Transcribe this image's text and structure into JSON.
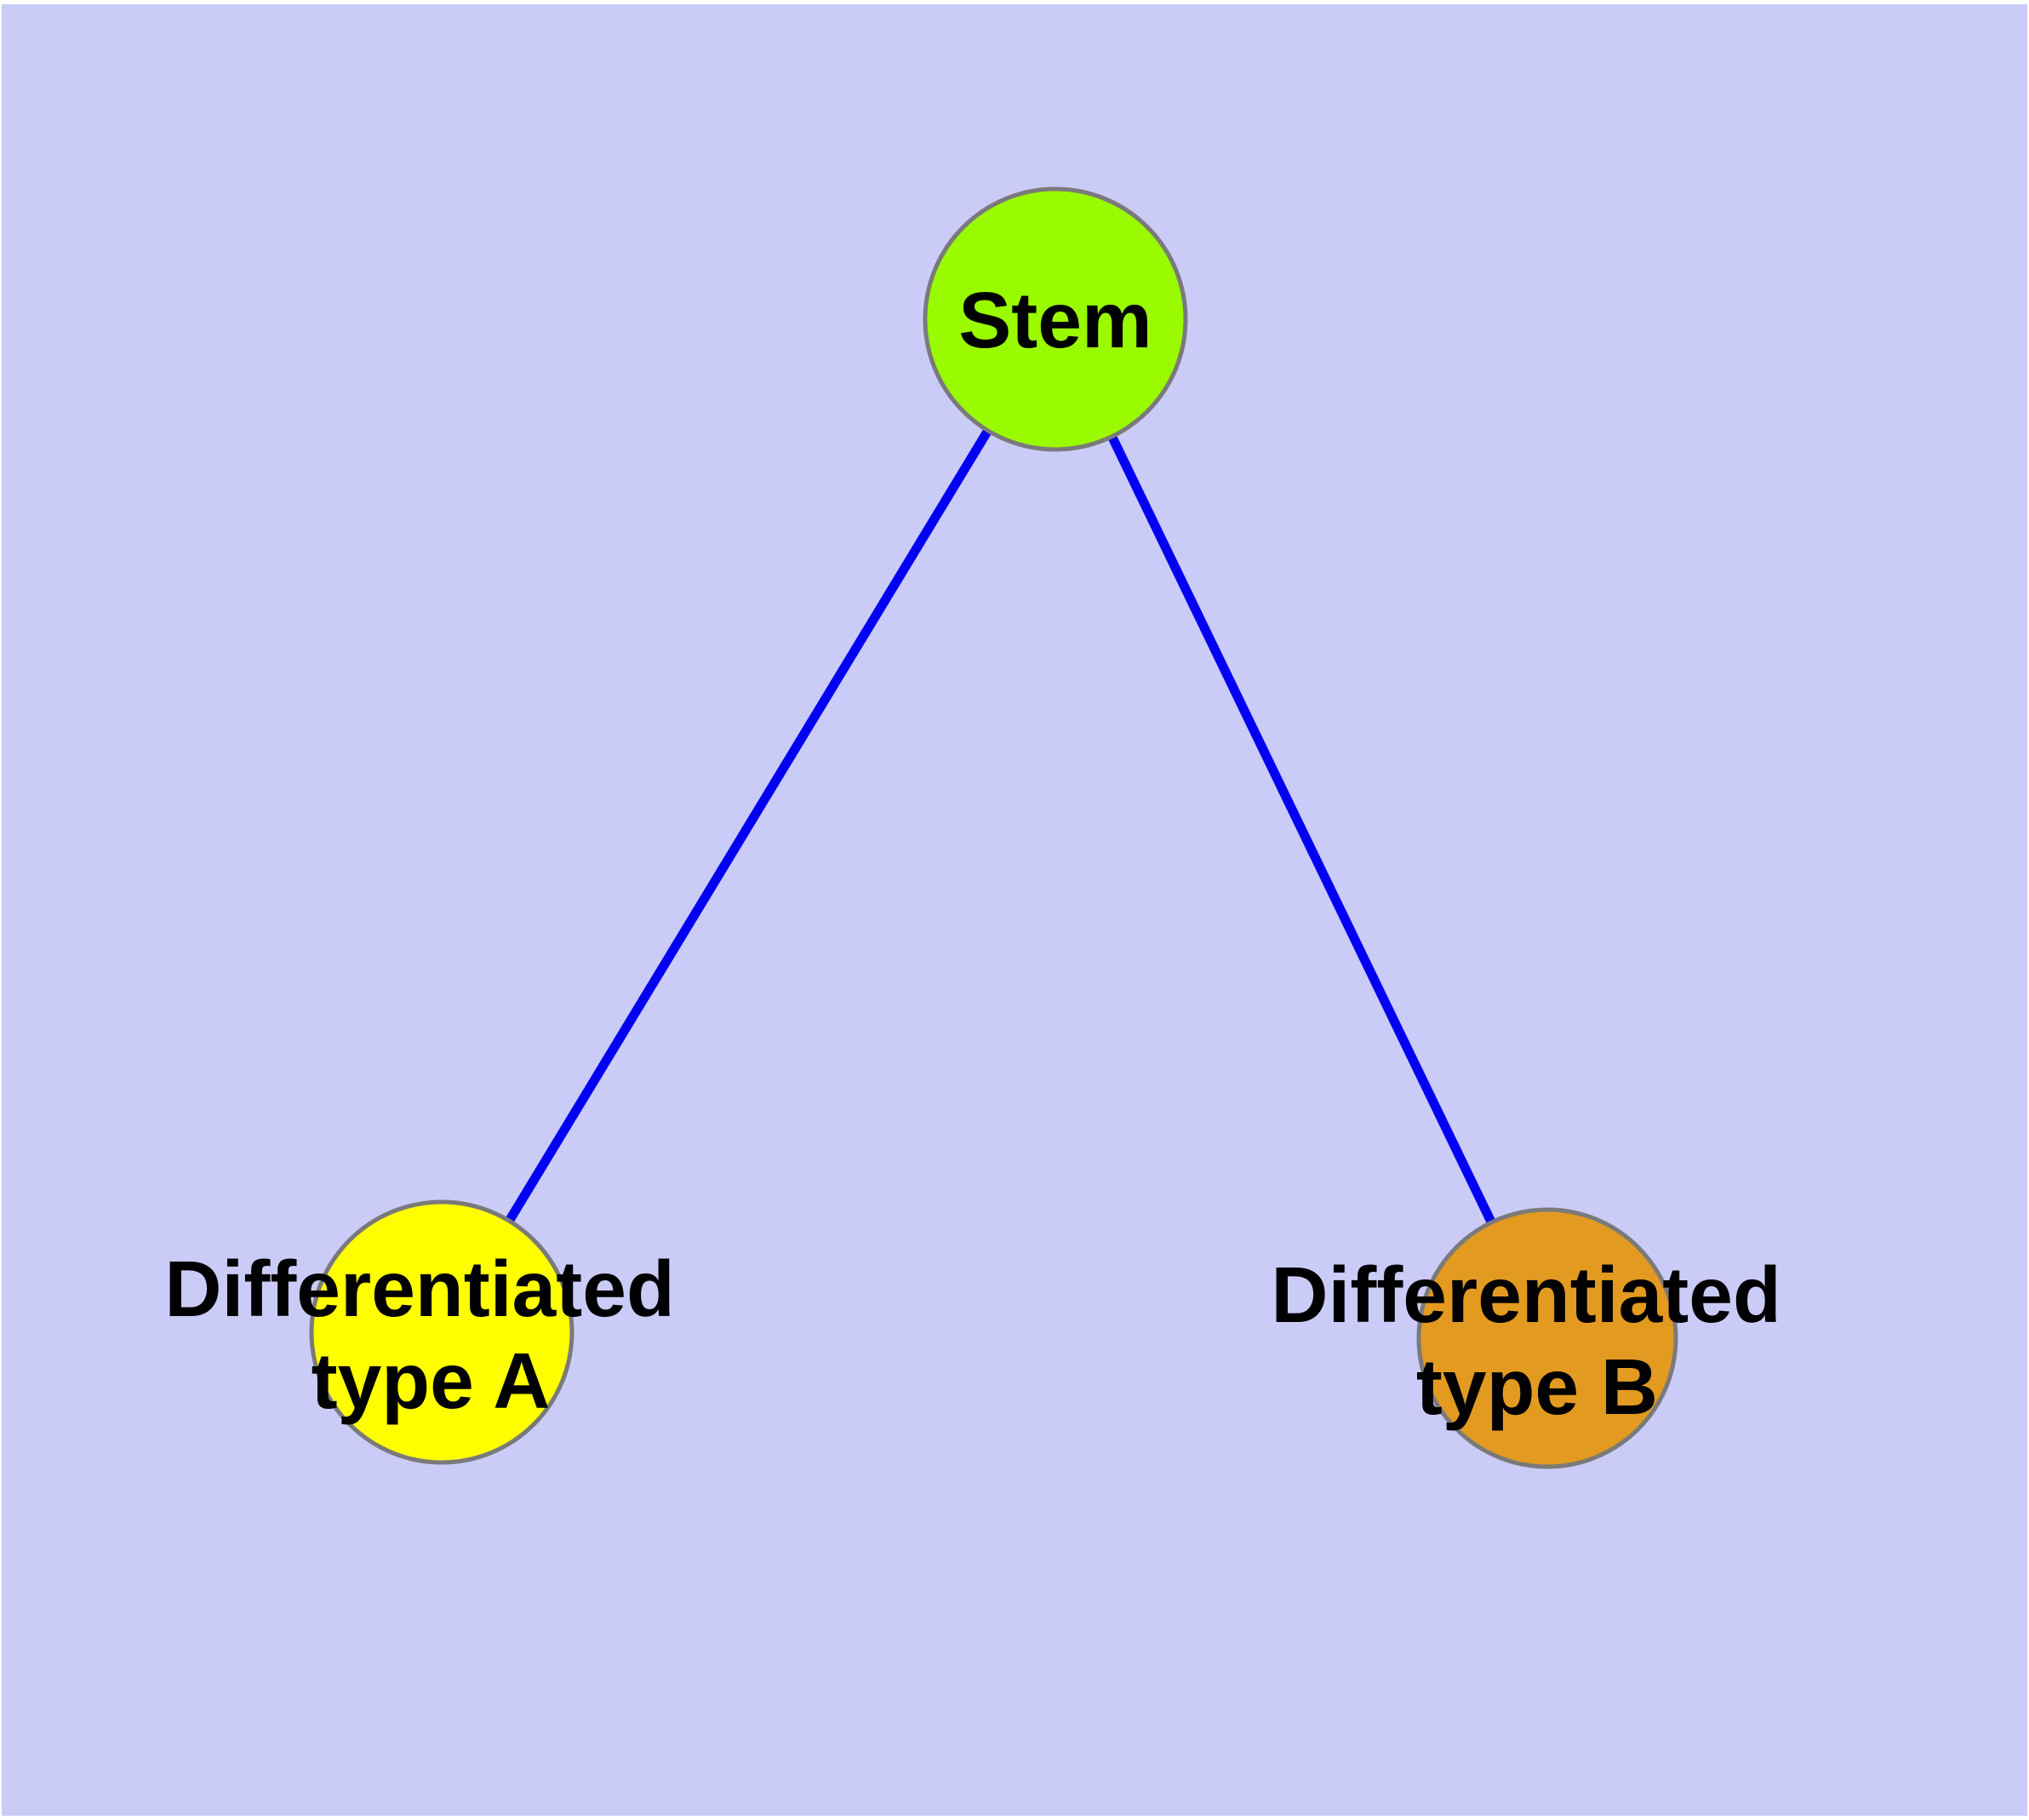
{
  "diagram": {
    "background_color": "#CBCBF8",
    "frame_color": "#FFFFFF",
    "edge_color": "#0000F2",
    "node_border_color": "#7A7A7A",
    "label_color": "#000000",
    "nodes": [
      {
        "id": "stem",
        "label": "Stem",
        "fill": "#9AFA00"
      },
      {
        "id": "differentiated-type-a",
        "label": "Differentiated type A",
        "label_line1": "Differentiated",
        "label_line2": "type A",
        "fill": "#FFFF00"
      },
      {
        "id": "differentiated-type-b",
        "label": "Differentiated type B",
        "label_line1": "Differentiated",
        "label_line2": "type B",
        "fill": "#E39A20"
      }
    ],
    "edges": [
      {
        "from": "stem",
        "to": "differentiated-type-a"
      },
      {
        "from": "stem",
        "to": "differentiated-type-b"
      }
    ]
  }
}
